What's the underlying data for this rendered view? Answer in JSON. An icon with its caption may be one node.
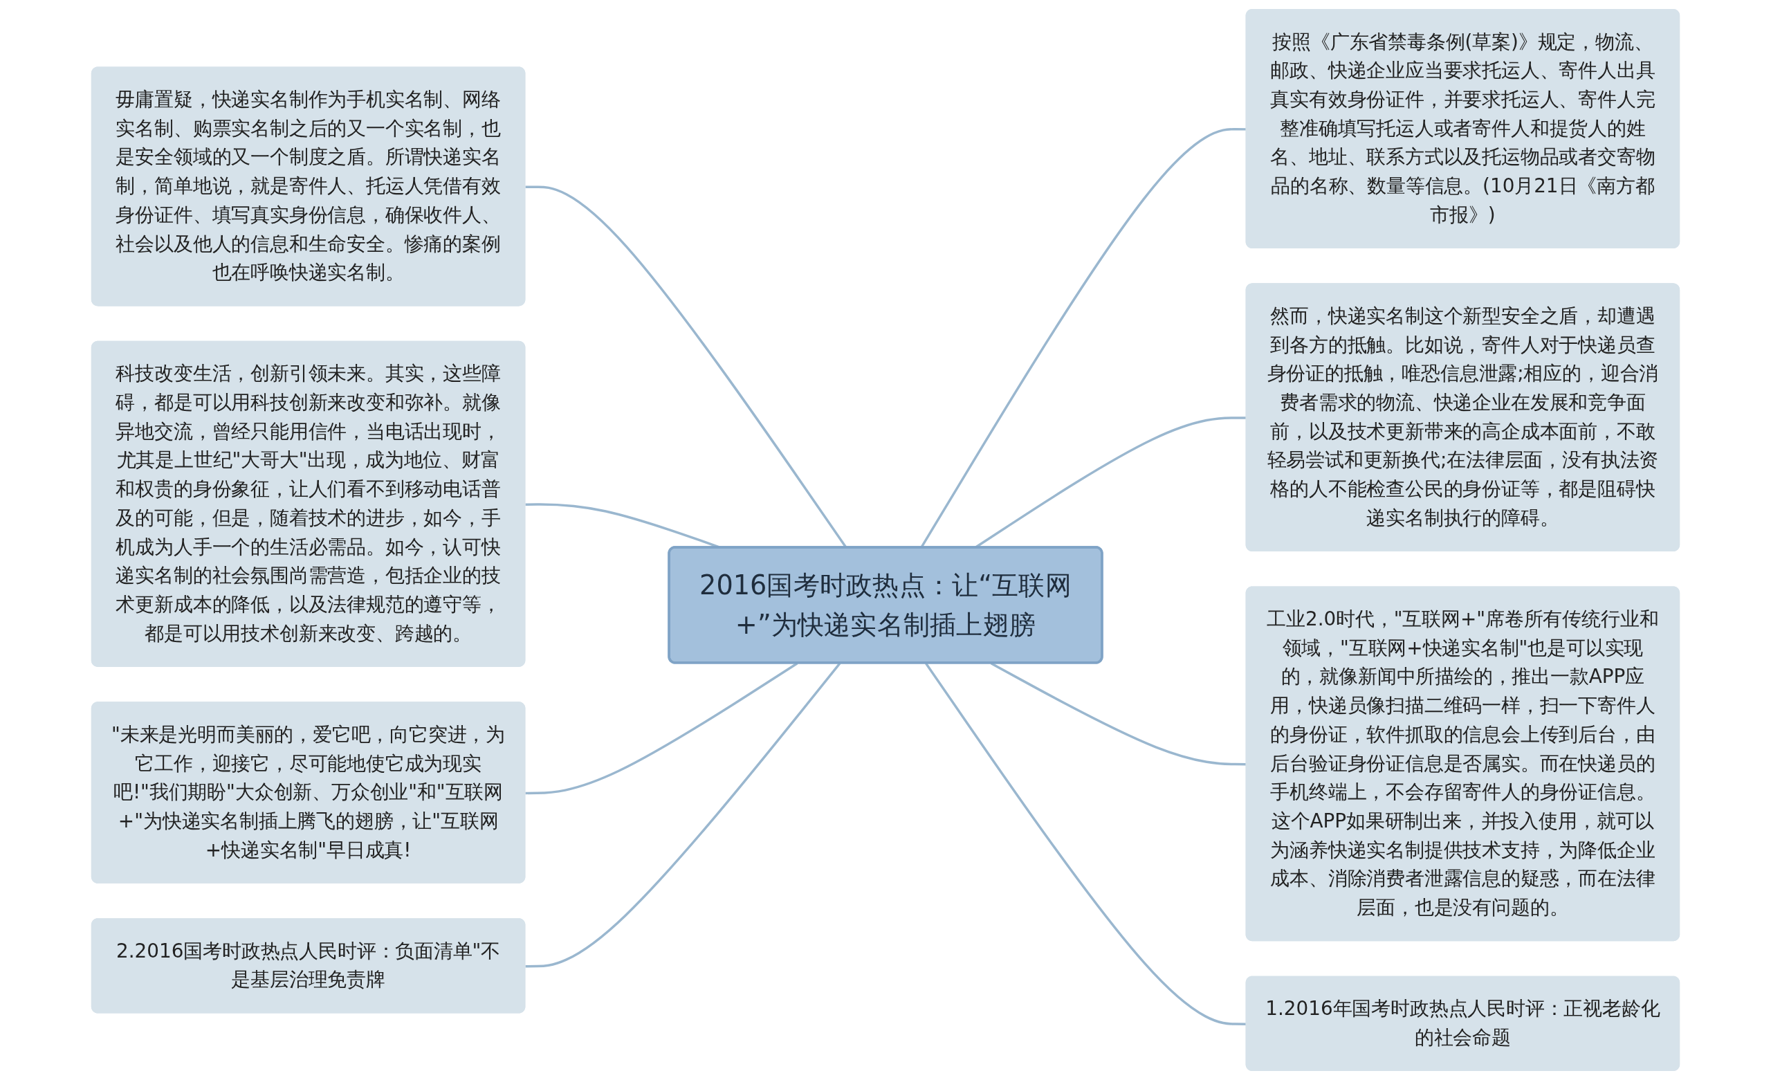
{
  "diagram": {
    "nodes": [
      {
        "text": [
          "2016国考时政热点：让“互联网+”为快递实名制插上翅膀"
        ]
      },
      {
        "text": [
          "毋庸置疑，快递实名制作为手机实名制、网络实名制、购票实名制之后的又一个实名制，也是安全领域的又一个制度之盾。所谓快递实名制，简单地说，就是寄件人、托运人凭借有效身份证件、填写真实身份信息，确保收件人、社会以及他人的信息和生命安全。惨痛的案例也在呼唤快递实名制。"
        ]
      },
      {
        "text": [
          "科技改变生活，创新引领未来。其实，这些障碍，都是可以用科技创新来改变和弥补。就像异地交流，曾经只能用信件，当电话出现时，尤其是上世纪\"大哥大\"出现，成为地位、财富和权贵的身份象征，让人们看不到移动电话普及的可能，但是，随着技术的进步，如今，手机成为人手一个的生活必需品。如今，认可快递实名制的社会氛围尚需营造，包括企业的技术更新成本的降低，以及法律规范的遵守等，都是可以用技术创新来改变、跨越的。"
        ]
      },
      {
        "text": [
          "\"未来是光明而美丽的，爱它吧，向它突进，为它工作，迎接它，尽可能地使它成为现实吧!\"我们期盼\"大众创新、万众创业\"和\"互联网+\"为快递实名制插上腾飞的翅膀，让\"互联网+快递实名制\"早日成真!"
        ]
      },
      {
        "text": [
          "2.2016国考时政热点人民时评：负面清单\"不是基层治理免责牌"
        ]
      },
      {
        "text": [
          "按照《广东省禁毒条例(草案)》规定，物流、邮政、快递企业应当要求托运人、寄件人出具真实有效身份证件，并要求托运人、寄件人完整准确填写托运人或者寄件人和提货人的姓名、地址、联系方式以及托运物品或者交寄物品的名称、数量等信息。(10月21日《南方都市报》)"
        ]
      },
      {
        "text": [
          "然而，快递实名制这个新型安全之盾，却遭遇到各方的抵触。比如说，寄件人对于快递员查身份证的抵触，唯恐信息泄露;相应的，迎合消费者需求的物流、快递企业在发展和竞争面前，以及技术更新带来的高企成本面前，不敢轻易尝试和更新换代;在法律层面，没有执法资格的人不能检查公民的身份证等，都是阻碍快递实名制执行的障碍。"
        ]
      },
      {
        "text": [
          "工业2.0时代，\"互联网+\"席卷所有传统行业和领域，\"互联网+快递实名制\"也是可以实现的，就像新闻中所描绘的，推出一款APP应用，快递员像扫描二维码一样，扫一下寄件人的身份证，软件抓取的信息会上传到后台，由后台验证身份证信息是否属实。而在快递员的手机终端上，不会存留寄件人的身份证信息。这个APP如果研制出来，并投入使用，就可以为涵养快递实名制提供技术支持，为降低企业成本、消除消费者泄露信息的疑惑，而在法律层面，也是没有问题的。"
        ]
      },
      {
        "text": [
          "1.2016年国考时政热点人民时评：正视老龄化的社会命题"
        ]
      }
    ],
    "edges": [
      {
        "from": 1,
        "to": 0,
        "arrow": "none"
      },
      {
        "from": 2,
        "to": 0,
        "arrow": "none"
      },
      {
        "from": 3,
        "to": 0,
        "arrow": "none"
      },
      {
        "from": 4,
        "to": 0,
        "arrow": "none"
      },
      {
        "from": 0,
        "to": 5,
        "arrow": "none"
      },
      {
        "from": 0,
        "to": 6,
        "arrow": "none"
      },
      {
        "from": 0,
        "to": 7,
        "arrow": "none"
      },
      {
        "from": 0,
        "to": 8,
        "arrow": "none"
      }
    ]
  }
}
